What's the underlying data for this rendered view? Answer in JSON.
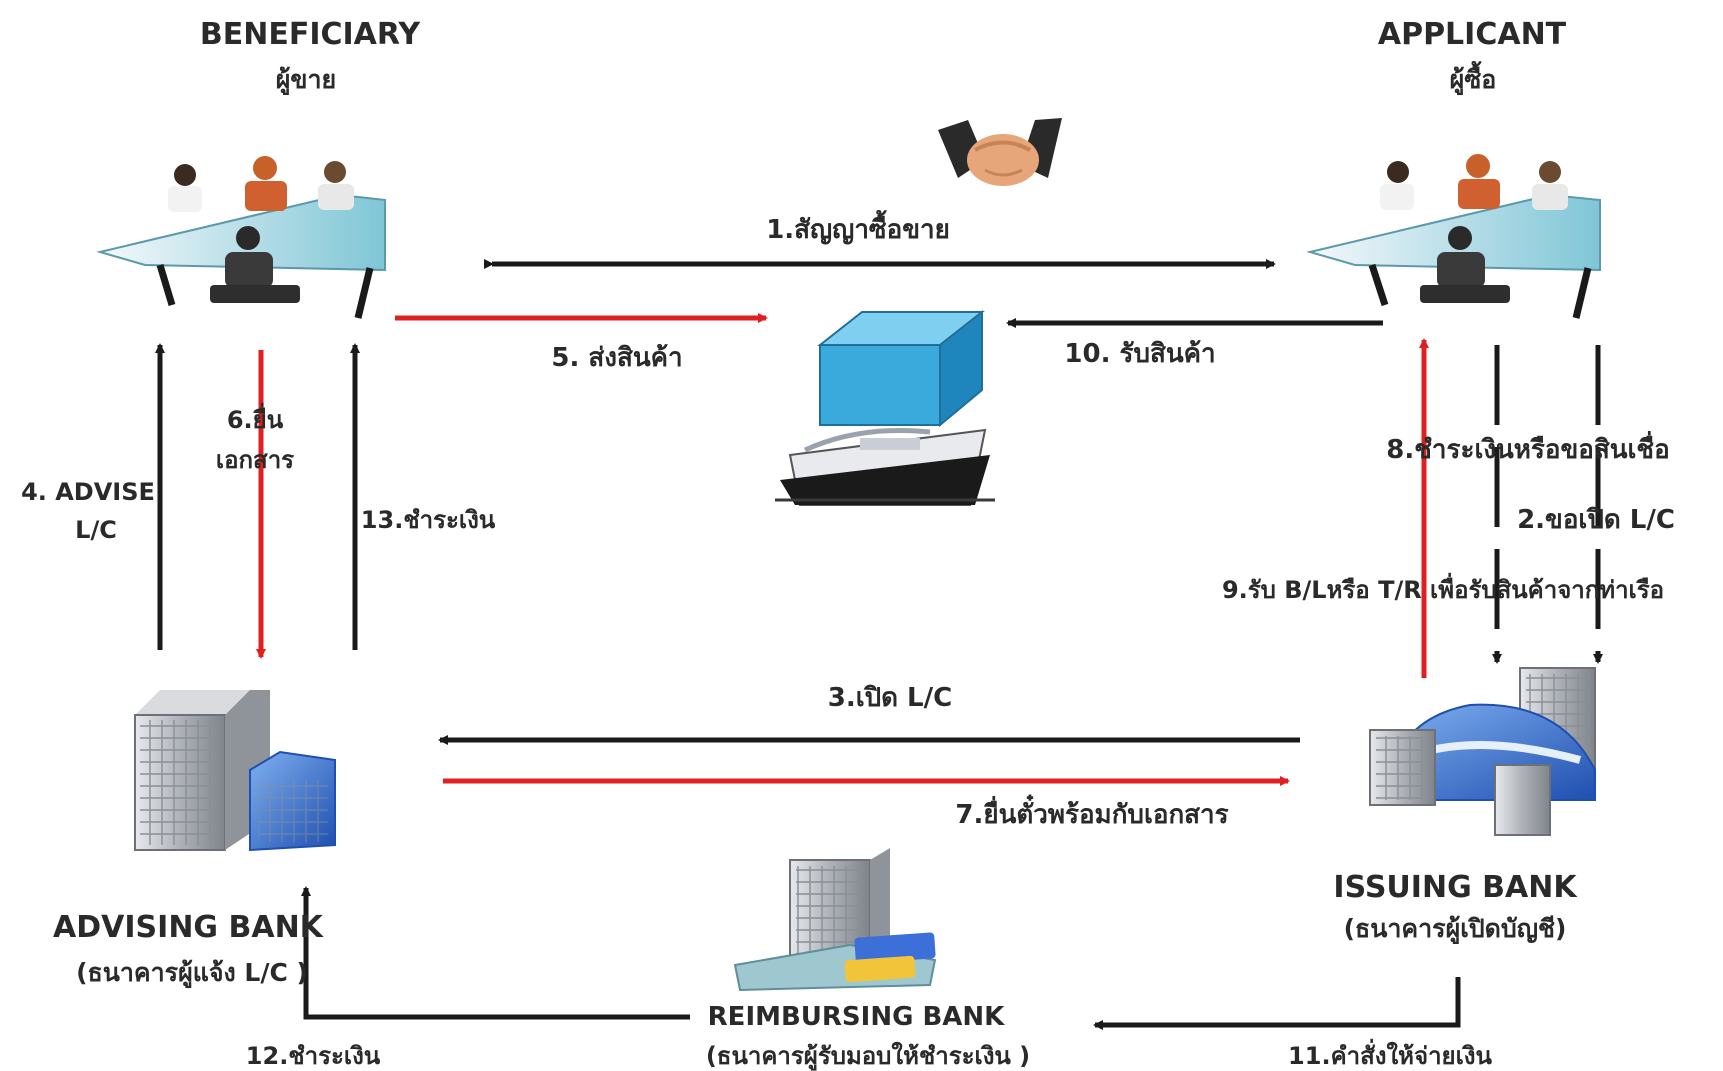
{
  "parties": {
    "beneficiary": {
      "title": "BENEFICIARY",
      "subtitle": "ผู้ขาย"
    },
    "applicant": {
      "title": "APPLICANT",
      "subtitle": "ผู้ซื้อ"
    },
    "advising_bank": {
      "title": "ADVISING  BANK",
      "subtitle": "(ธนาคารผู้แจ้ง L/C )"
    },
    "issuing_bank": {
      "title": "ISSUING BANK",
      "subtitle": "(ธนาคารผู้เปิดบัญชี)"
    },
    "reimbursing_bank": {
      "title": "REIMBURSING BANK",
      "subtitle": "(ธนาคารผู้รับมอบให้ชำระเงิน )"
    }
  },
  "steps": {
    "s1": "1.สัญญาซื้อขาย",
    "s2": "2.ขอเปิด L/C",
    "s3": "3.เปิด L/C",
    "s4_line1": "4. ADVISE",
    "s4_line2": "L/C",
    "s5": "5. ส่งสินค้า",
    "s6_line1": "6.ยื่น",
    "s6_line2": "เอกสาร",
    "s7": "7.ยื่นตั๋วพร้อมกับเอกสาร",
    "s8": "8.ชำระเงินหรือขอสินเชื่อ",
    "s9": "9.รับ B/Lหรือ T/R เพื่อรับสินค้าจากท่าเรือ",
    "s10": "10. รับสินค้า",
    "s11": "11.คำสั่งให้จ่ายเงิน",
    "s12": "12.ชำระเงิน",
    "s13": "13.ชำระเงิน"
  },
  "colors": {
    "black_flow": "#1a1a1a",
    "red_flow": "#e02020",
    "cargo_box": "#3aa9dc",
    "building_gray": "#b9bcc2",
    "building_blue": "#2f6fd0"
  },
  "icons": {
    "handshake": "handshake-icon",
    "cargo": "cargo-box-icon",
    "ship": "ship-icon",
    "office": "office-meeting-icon",
    "bank": "bank-building-icon"
  }
}
